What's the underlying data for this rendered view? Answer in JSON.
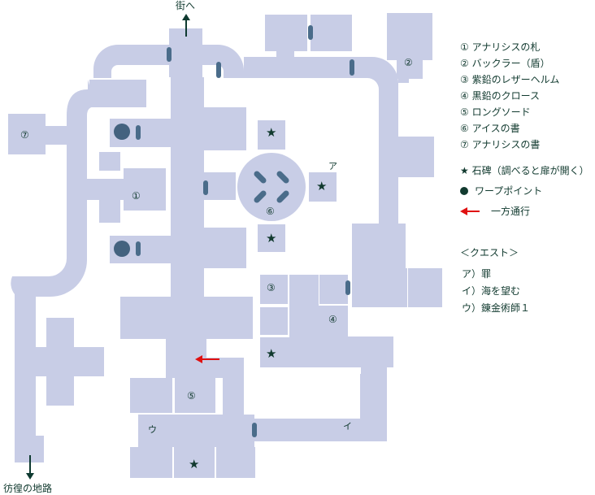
{
  "map": {
    "exit_top_label": "街へ",
    "exit_bottom_label": "彷徨の地路",
    "room_labels": {
      "r1": "①",
      "r2": "②",
      "r3": "③",
      "r4": "④",
      "r5": "⑤",
      "r6": "⑥",
      "r7": "⑦",
      "ka_a": "ア",
      "ka_i": "イ",
      "ka_u": "ウ"
    },
    "stele_symbol": "★",
    "colors": {
      "floor": "#c8cde6",
      "door": "#4a6c8a",
      "warp": "#43627f",
      "text": "#113a2f",
      "arrow_exit": "#0e3a30",
      "arrow_oneway": "#e01010"
    }
  },
  "legend": {
    "items": [
      "① アナリシスの札",
      "② バックラー（盾）",
      "③ 紫鉛のレザーヘルム",
      "④ 黒鉛のクロース",
      "⑤ ロングソード",
      "⑥ アイスの書",
      "⑦ アナリシスの書"
    ],
    "stele": "★ 石碑（調べると扉が開く）",
    "warp": "ワープポイント",
    "oneway": "一方通行",
    "quest_title": "＜クエスト＞",
    "quests": [
      "ア）罪",
      "イ）海を望む",
      "ウ）錬金術師１"
    ]
  }
}
